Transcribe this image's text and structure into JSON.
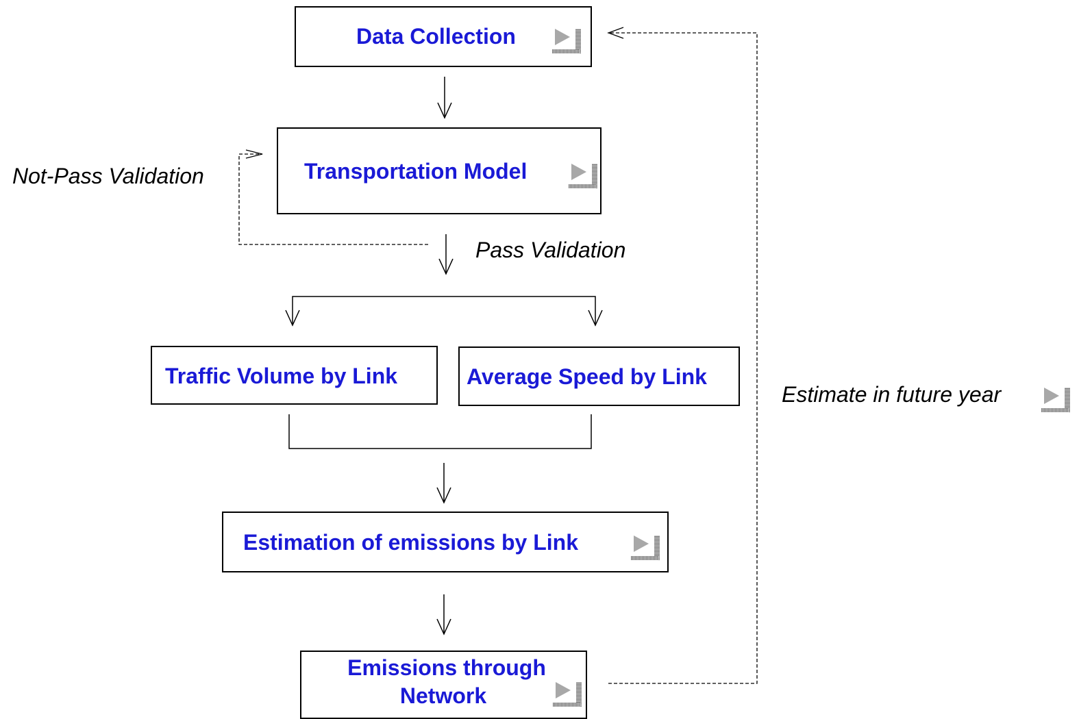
{
  "boxes": {
    "data_collection": "Data Collection",
    "transportation_model": "Transportation Model",
    "traffic_volume": "Traffic Volume by Link",
    "average_speed": "Average Speed by Link",
    "estimation_emissions": "Estimation of emissions by Link",
    "emissions_network_line1": "Emissions through",
    "emissions_network_line2": "Network"
  },
  "labels": {
    "not_pass": "Not-Pass Validation",
    "pass": "Pass Validation",
    "future_year": "Estimate in future year"
  },
  "colors": {
    "box_text": "#1a1ad6",
    "lines": "#000000",
    "action_button": "#a8a8a8"
  },
  "icons": {
    "action_button": "play-action-button-icon"
  }
}
